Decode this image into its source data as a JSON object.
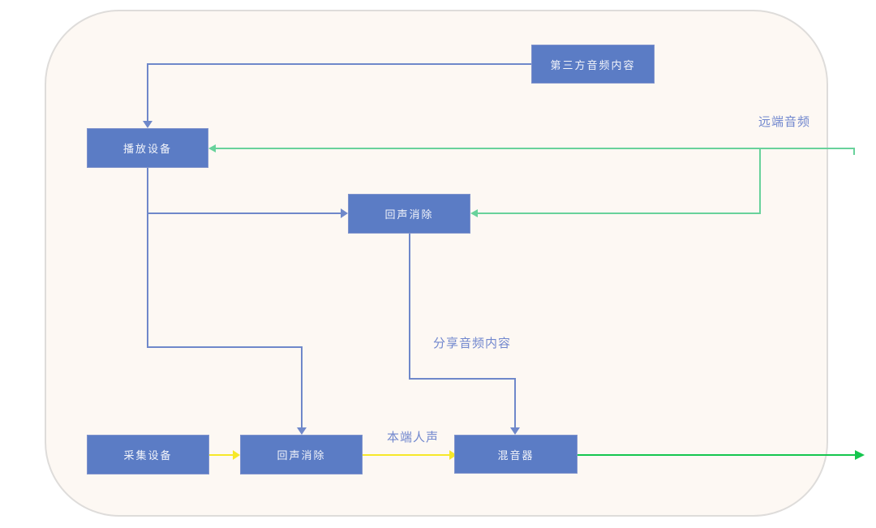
{
  "diagram": {
    "type": "audio-flowchart",
    "nodes": {
      "third_party": {
        "label": "第三方音频内容"
      },
      "playback": {
        "label": "播放设备"
      },
      "aec_mid": {
        "label": "回声消除"
      },
      "capture": {
        "label": "采集设备"
      },
      "aec_bottom": {
        "label": "回声消除"
      },
      "mixer": {
        "label": "混音器"
      }
    },
    "edge_labels": {
      "remote_audio": "远端音频",
      "share_audio": "分享音频内容",
      "local_voice": "本端人声"
    },
    "colors": {
      "node_fill": "#5b7cc5",
      "node_border": "#8093cc",
      "node_text": "#f2f4fa",
      "blue_line": "#6f88ca",
      "green_remote_line": "#68d29b",
      "green_output_line": "#15c64e",
      "yellow_line": "#f6e829",
      "edge_label_text": "#7187ce",
      "canvas_fill": "#fdf8f3",
      "canvas_border": "#dedcda"
    }
  }
}
